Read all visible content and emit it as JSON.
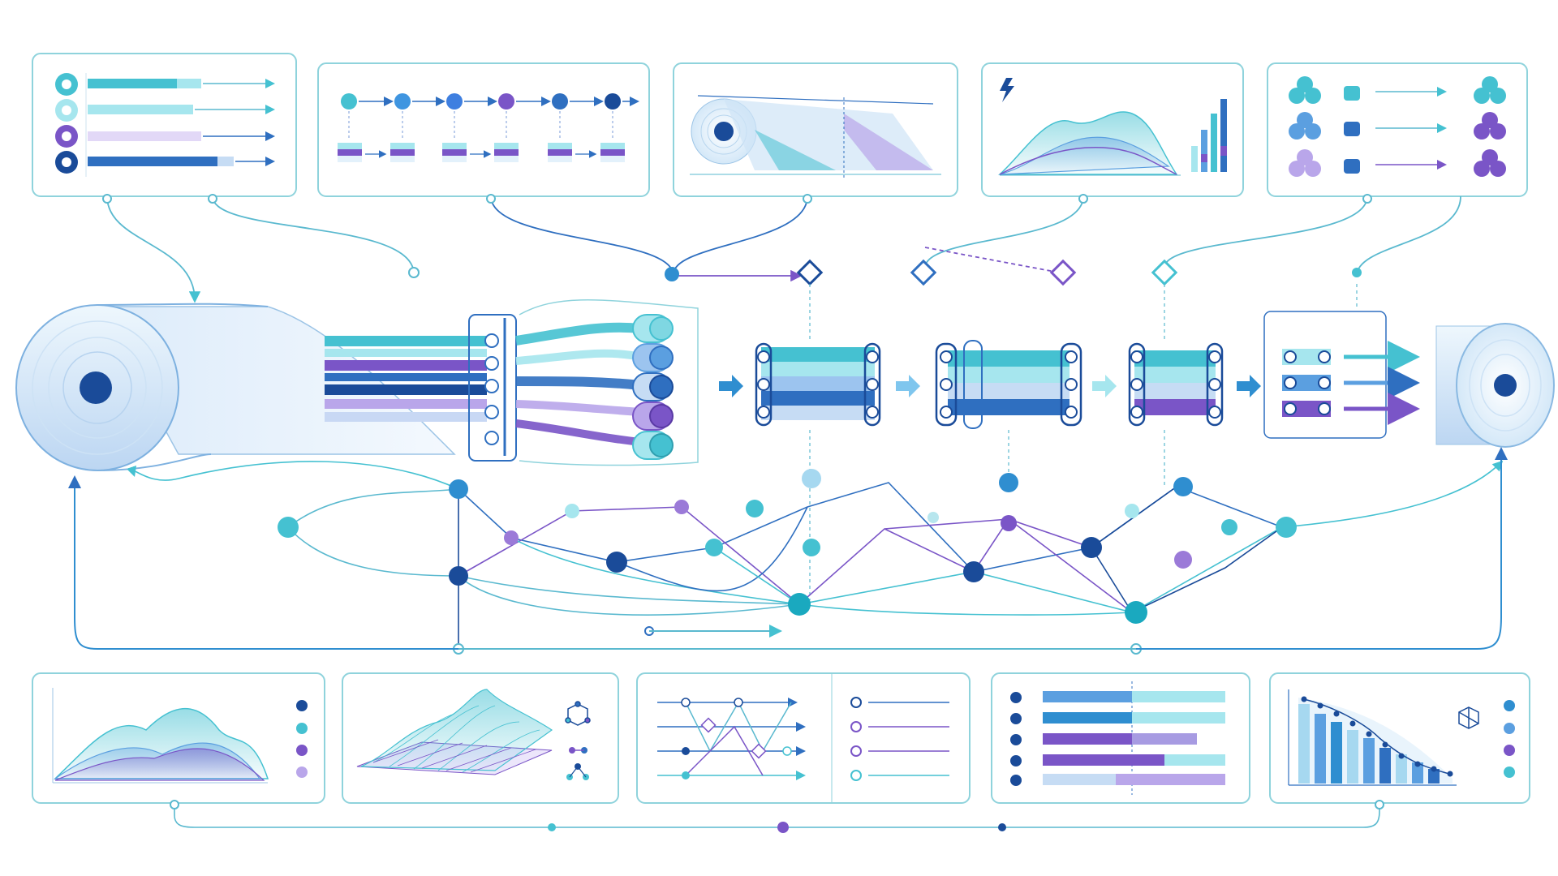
{
  "colors": {
    "teal": "#45c1d1",
    "light_teal": "#a6e6ee",
    "sky": "#5b9fe0",
    "blue": "#2f6fc0",
    "navy": "#1a4b99",
    "purple": "#7a55c7",
    "lavender": "#b9a6ea",
    "pale": "#e3f1fb",
    "line": "#5ab9cf",
    "frame": "#8fd3dc"
  },
  "top_panels": [
    {
      "name": "roll-legend-panel",
      "content": "stacked-bars"
    },
    {
      "name": "process-flow-panel",
      "content": "node-flow"
    },
    {
      "name": "roll-unwind-panel",
      "content": "roll-schematic"
    },
    {
      "name": "energy-chart-panel",
      "content": "area-and-bars",
      "icon": "lightning-icon"
    },
    {
      "name": "roller-comparison-panel",
      "content": "roller-pairs"
    }
  ],
  "pipeline": {
    "source": "paper-roll",
    "stages": [
      "slitter",
      "tension-unit-1",
      "tension-unit-2",
      "tension-unit-3",
      "rewinder-gate"
    ],
    "output": "finished-roll",
    "strand_colors": [
      "#45c1d1",
      "#5b9fe0",
      "#2f6fc0",
      "#7a55c7",
      "#1a4b99"
    ]
  },
  "network": {
    "node_count": 28,
    "hubs": [
      "hub-left",
      "hub-center",
      "hub-right"
    ]
  },
  "bottom_panels": [
    {
      "name": "area-chart-panel",
      "content": "overlapping-areas"
    },
    {
      "name": "surface-plot-panel",
      "content": "3d-mesh"
    },
    {
      "name": "timeline-panel",
      "content": "line-tracks"
    },
    {
      "name": "bar-ranking-panel",
      "content": "horizontal-bars"
    },
    {
      "name": "decay-chart-panel",
      "content": "vertical-bars-with-curve"
    }
  ]
}
